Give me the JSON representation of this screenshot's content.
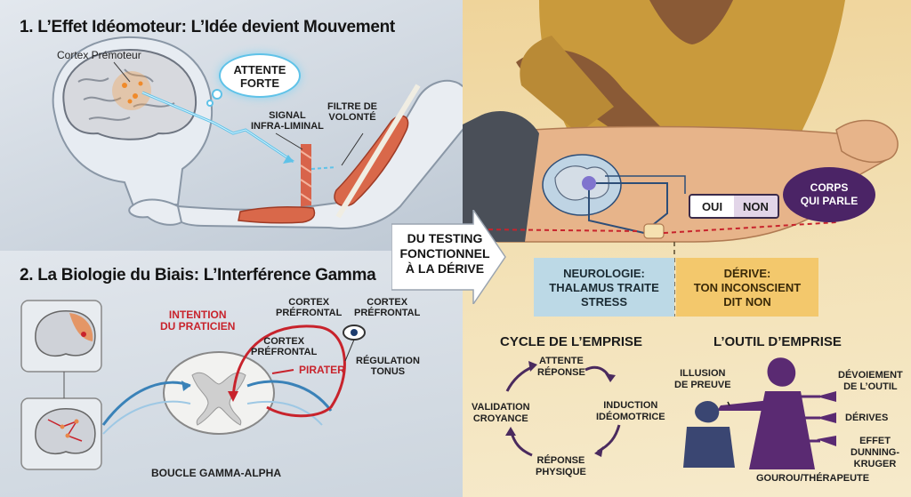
{
  "panel1": {
    "title": "1. L’Effet Idéomoteur: L’Idée devient Mouvement",
    "cortex_label": "Cortex Prémoteur",
    "thought": "ATTENTE\nFORTE",
    "signal_label": "SIGNAL\nINFRA-LIMINAL",
    "filter_label": "FILTRE DE\nVOLONTÉ"
  },
  "panel2": {
    "title": "2. La Biologie du Biais: L’Interférence Gamma",
    "intention_label": "INTENTION\nDU PRATICIEN",
    "cortex_a": "CORTEX\nPRÉFRONTAL",
    "cortex_b": "CORTEX\nPRÉFRONTAL",
    "cortex_c": "CORTEX\nPRÉFRONTAL",
    "pirater": "PIRATER",
    "regulation": "RÉGULATION\nTONUS",
    "loop_label": "BOUCLE GAMMA-ALPHA"
  },
  "middle": {
    "arrow_text": "DU TESTING\nFONCTIONNEL\nÀ LA DÉRIVE"
  },
  "panel3": {
    "oui": "OUI",
    "non": "NON",
    "corps": "CORPS\nQUI PARLE",
    "neuro": "NEUROLOGIE:\nTHALAMUS TRAITE\nSTRESS",
    "derive": "DÉRIVE:\nTON INCONSCIENT\nDIT NON",
    "cycle_title": "CYCLE DE L’EMPRISE",
    "cycle": {
      "top": "ATTENTE\nRÉPONSE",
      "right": "INDUCTION\nIDÉOMOTRICE",
      "bottom": "RÉPONSE\nPHYSIQUE",
      "left": "VALIDATION\nCROYANCE"
    },
    "tool_title": "L’OUTIL D’EMPRISE",
    "tool": {
      "illusion": "ILLUSION\nDE PREUVE",
      "devoiement": "DÉVOIEMENT\nDE L’OUTIL",
      "derives": "DÉRIVES",
      "effet": "EFFET\nDUNNING-\nKRUGER",
      "gourou": "GOUROU/THÉRAPEUTE"
    }
  },
  "colors": {
    "accent_blue": "#5fc2e8",
    "accent_red": "#c8232c",
    "accent_purple": "#4b2466",
    "panel_gold": "#f3c86c"
  }
}
